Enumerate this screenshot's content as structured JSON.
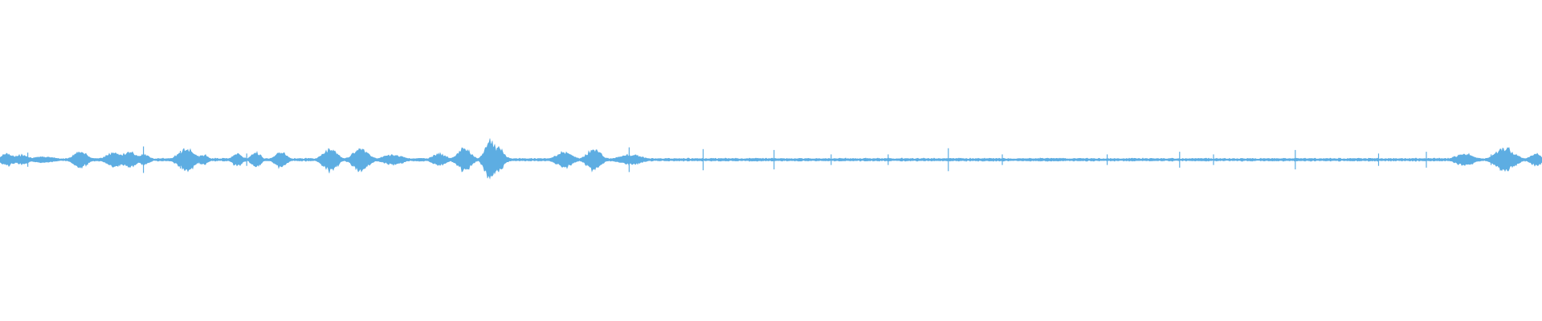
{
  "waveform": {
    "color": "#5dade2",
    "background": "#ffffff",
    "axis": "horizontal-center",
    "amplitude_scale": [
      0,
      1
    ],
    "noise_floor": 0.012,
    "bursts": [
      {
        "position": 0.005,
        "amplitude": 0.06,
        "spread": 0.006
      },
      {
        "position": 0.014,
        "amplitude": 0.05,
        "spread": 0.006
      },
      {
        "position": 0.028,
        "amplitude": 0.03,
        "spread": 0.01
      },
      {
        "position": 0.052,
        "amplitude": 0.08,
        "spread": 0.006
      },
      {
        "position": 0.074,
        "amplitude": 0.07,
        "spread": 0.007
      },
      {
        "position": 0.084,
        "amplitude": 0.08,
        "spread": 0.006
      },
      {
        "position": 0.093,
        "amplitude": 0.05,
        "spread": 0.005
      },
      {
        "position": 0.121,
        "amplitude": 0.11,
        "spread": 0.007
      },
      {
        "position": 0.132,
        "amplitude": 0.05,
        "spread": 0.004
      },
      {
        "position": 0.154,
        "amplitude": 0.07,
        "spread": 0.004
      },
      {
        "position": 0.166,
        "amplitude": 0.08,
        "spread": 0.004
      },
      {
        "position": 0.182,
        "amplitude": 0.08,
        "spread": 0.005
      },
      {
        "position": 0.214,
        "amplitude": 0.12,
        "spread": 0.006
      },
      {
        "position": 0.234,
        "amplitude": 0.11,
        "spread": 0.007
      },
      {
        "position": 0.255,
        "amplitude": 0.05,
        "spread": 0.009
      },
      {
        "position": 0.285,
        "amplitude": 0.06,
        "spread": 0.006
      },
      {
        "position": 0.301,
        "amplitude": 0.11,
        "spread": 0.006
      },
      {
        "position": 0.318,
        "amplitude": 0.19,
        "spread": 0.005
      },
      {
        "position": 0.323,
        "amplitude": 0.12,
        "spread": 0.005
      },
      {
        "position": 0.366,
        "amplitude": 0.08,
        "spread": 0.007
      },
      {
        "position": 0.385,
        "amplitude": 0.11,
        "spread": 0.006
      },
      {
        "position": 0.409,
        "amplitude": 0.05,
        "spread": 0.01
      },
      {
        "position": 0.976,
        "amplitude": 0.12,
        "spread": 0.008
      },
      {
        "position": 0.95,
        "amplitude": 0.06,
        "spread": 0.008
      },
      {
        "position": 0.996,
        "amplitude": 0.06,
        "spread": 0.005
      }
    ],
    "clicks": [
      {
        "position": 0.018,
        "amplitude": 0.08
      },
      {
        "position": 0.093,
        "amplitude": 0.15
      },
      {
        "position": 0.117,
        "amplitude": 0.1
      },
      {
        "position": 0.16,
        "amplitude": 0.07
      },
      {
        "position": 0.301,
        "amplitude": 0.08
      },
      {
        "position": 0.408,
        "amplitude": 0.14
      },
      {
        "position": 0.456,
        "amplitude": 0.12
      },
      {
        "position": 0.502,
        "amplitude": 0.11
      },
      {
        "position": 0.539,
        "amplitude": 0.06
      },
      {
        "position": 0.576,
        "amplitude": 0.06
      },
      {
        "position": 0.615,
        "amplitude": 0.13
      },
      {
        "position": 0.65,
        "amplitude": 0.06
      },
      {
        "position": 0.718,
        "amplitude": 0.06
      },
      {
        "position": 0.765,
        "amplitude": 0.09
      },
      {
        "position": 0.787,
        "amplitude": 0.06
      },
      {
        "position": 0.84,
        "amplitude": 0.11
      },
      {
        "position": 0.894,
        "amplitude": 0.07
      },
      {
        "position": 0.925,
        "amplitude": 0.09
      },
      {
        "position": 0.967,
        "amplitude": 0.06
      }
    ]
  }
}
